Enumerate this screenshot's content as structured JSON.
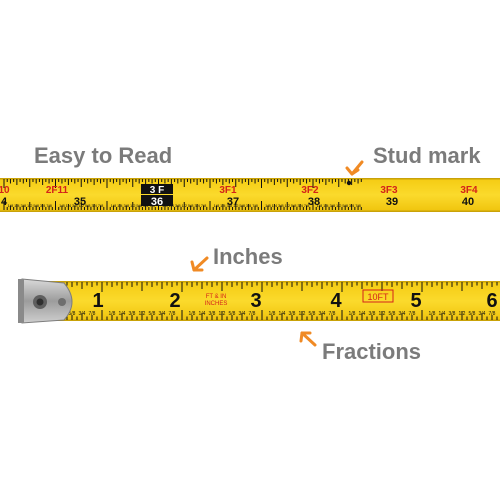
{
  "labels": {
    "easy_to_read": "Easy to Read",
    "stud_mark": "Stud mark",
    "inches": "Inches",
    "fractions": "Fractions"
  },
  "colors": {
    "tape_yellow": "#f7d21c",
    "tape_edge": "#c9a208",
    "ink_black": "#111111",
    "ink_red": "#d4231a",
    "arrow_orange": "#f08a24",
    "label_gray": "#7b7b7b",
    "hook_metal": "#a9a9a9"
  },
  "tape_top": {
    "feet_marks": [
      {
        "text": "10",
        "boxed": false
      },
      {
        "text": "2F11",
        "boxed": false
      },
      {
        "text": "3 F",
        "boxed": true
      },
      {
        "text": "3F1",
        "boxed": false
      },
      {
        "text": "3F2",
        "boxed": false
      },
      {
        "text": "3F3",
        "boxed": false
      },
      {
        "text": "3F4",
        "boxed": false
      }
    ],
    "inch_numbers": [
      "4",
      "35",
      "36",
      "37",
      "38",
      "39",
      "40"
    ]
  },
  "tape_bottom": {
    "inch_numbers": [
      "1",
      "2",
      "3",
      "4",
      "5",
      "6"
    ],
    "badge": "10FT",
    "ft_in_label": [
      "FT & IN",
      "INCHES"
    ]
  },
  "fraction_labels": [
    "1/8",
    "1/4",
    "3/8",
    "1/2",
    "5/8",
    "3/4",
    "7/8"
  ],
  "icons": [
    "arrow-icon",
    "stud-mark-icon",
    "hook-icon"
  ]
}
